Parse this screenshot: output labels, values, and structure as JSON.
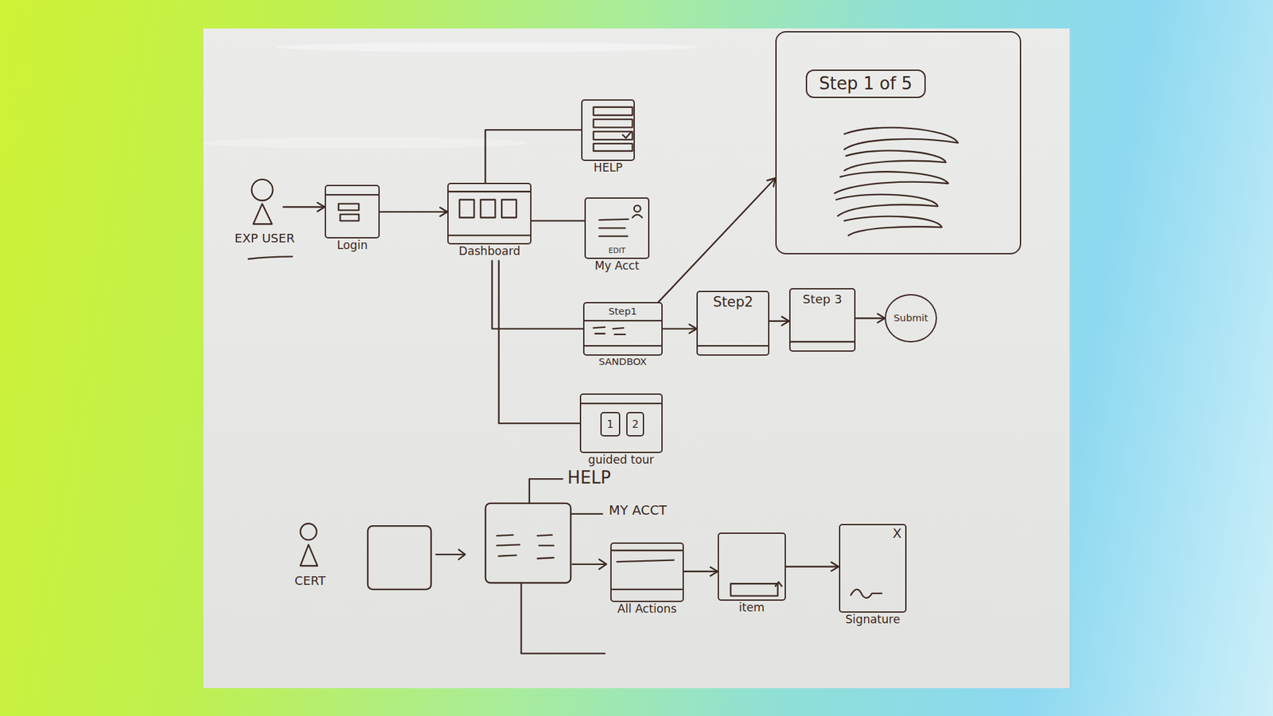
{
  "diagram": {
    "nodes": [
      {
        "text": [
          "EXP USER"
        ]
      },
      {
        "text": [
          "Login"
        ]
      },
      {
        "text": [
          "Dashboard"
        ]
      },
      {
        "text": [
          "HELP"
        ]
      },
      {
        "text": [
          "EDIT",
          "My Acct"
        ]
      },
      {
        "text": [
          "Step1",
          "SANDBOX"
        ]
      },
      {
        "text": [
          "Step2"
        ]
      },
      {
        "text": [
          "Step 3"
        ]
      },
      {
        "text": [
          "Submit"
        ]
      },
      {
        "text": [
          "Step 1 of 5"
        ]
      },
      {
        "text": [
          "guided tour"
        ]
      },
      {
        "text": [
          "1"
        ],
        "in": 10
      },
      {
        "text": [
          "2"
        ],
        "in": 10
      },
      {
        "text": [
          "CERT"
        ]
      },
      {
        "text": [
          "All Actions"
        ]
      },
      {
        "text": [
          "item"
        ]
      },
      {
        "text": [
          "X",
          "Signature"
        ]
      }
    ],
    "edges": [
      {
        "from": 0,
        "to": 1,
        "arrow": "to"
      },
      {
        "from": 1,
        "to": 2,
        "arrow": "to"
      },
      {
        "from": 2,
        "to": 3,
        "arrow": "none"
      },
      {
        "from": 2,
        "to": 4,
        "arrow": "none"
      },
      {
        "from": 2,
        "to": 5,
        "arrow": "none"
      },
      {
        "from": 2,
        "to": 10,
        "arrow": "none"
      },
      {
        "from": 5,
        "to": 9,
        "arrow": "to"
      },
      {
        "from": 5,
        "to": 6,
        "arrow": "to"
      },
      {
        "from": 6,
        "to": 7,
        "arrow": "to"
      },
      {
        "from": 7,
        "to": 8,
        "arrow": "to"
      },
      {
        "from": 14,
        "to": 15,
        "arrow": "to"
      },
      {
        "from": 15,
        "to": 16,
        "arrow": "to"
      }
    ],
    "labels": [
      "HELP",
      "MY ACCT"
    ]
  }
}
